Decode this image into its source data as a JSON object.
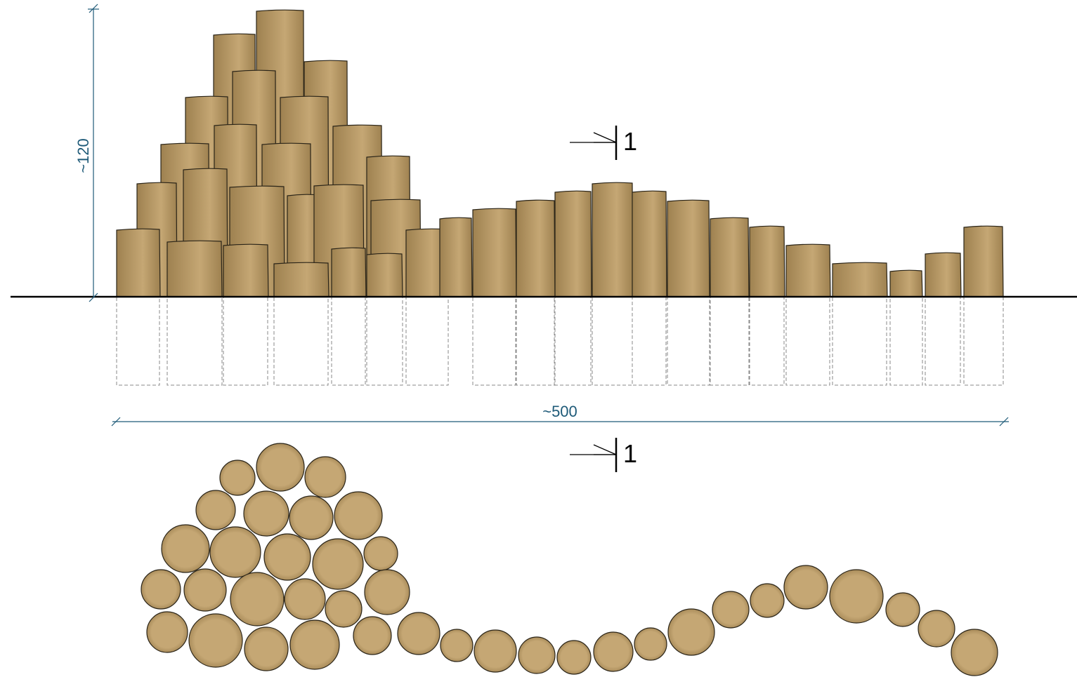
{
  "dimensions": {
    "height_label": "~120",
    "width_label": "~500"
  },
  "section_marks": [
    {
      "label": "1"
    },
    {
      "label": "1"
    }
  ],
  "colors": {
    "post_fill_light": "#c5a774",
    "post_fill_dark": "#9e8150",
    "outline": "#2a2418",
    "dimension_line": "#1e5a78",
    "hidden_line": "#8a8a8a",
    "ground_line": "#000000"
  }
}
